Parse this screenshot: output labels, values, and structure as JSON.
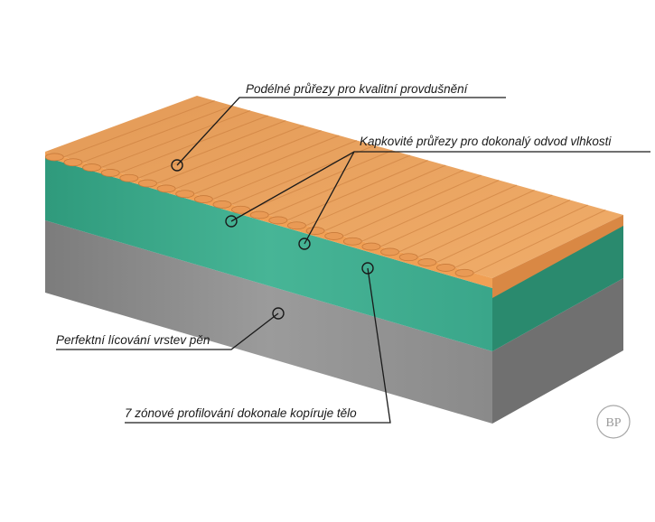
{
  "callouts": {
    "longitudinal_cuts": "Podélné průřezy pro kvalitní provdušnění",
    "drop_cuts": "Kapkovité průřezy pro dokonalý odvod vlhkosti",
    "layer_fit": "Perfektní lícování vrstev pěn",
    "seven_zone": "7 zónové profilování dokonale kopíruje tělo"
  },
  "logo": {
    "text": "BP"
  },
  "colors": {
    "top_layer_top": "#e8a35f",
    "top_layer_front": "#f0a055",
    "top_layer_side": "#df8f48",
    "middle_layer_front": "#3aa98a",
    "middle_layer_side": "#2e8f73",
    "bottom_layer_front": "#8e8e8e",
    "bottom_layer_side": "#6f6f6f"
  }
}
